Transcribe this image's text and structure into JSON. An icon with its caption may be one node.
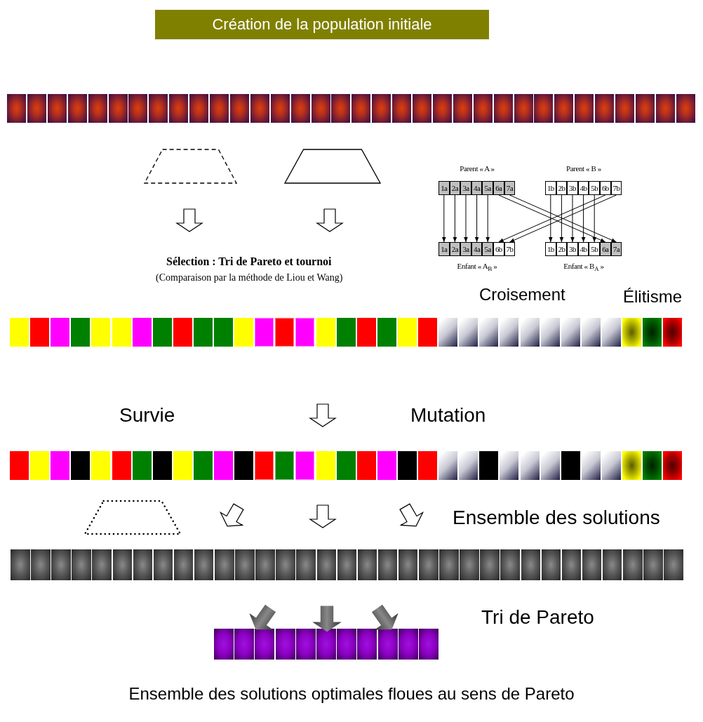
{
  "diagram": {
    "title": "Création de la population initiale",
    "nodes": [
      {
        "text": [
          "Parent « A »"
        ]
      },
      {
        "text": [
          "1a"
        ],
        "in": 0
      },
      {
        "text": [
          "2a"
        ],
        "in": 0
      },
      {
        "text": [
          "3a"
        ],
        "in": 0
      },
      {
        "text": [
          "4a"
        ],
        "in": 0
      },
      {
        "text": [
          "5a"
        ],
        "in": 0
      },
      {
        "text": [
          "6a"
        ],
        "in": 0
      },
      {
        "text": [
          "7a"
        ],
        "in": 0
      },
      {
        "text": [
          "Parent « B »"
        ]
      },
      {
        "text": [
          "1b"
        ],
        "in": 8
      },
      {
        "text": [
          "2b"
        ],
        "in": 8
      },
      {
        "text": [
          "3b"
        ],
        "in": 8
      },
      {
        "text": [
          "4b"
        ],
        "in": 8
      },
      {
        "text": [
          "5b"
        ],
        "in": 8
      },
      {
        "text": [
          "6b"
        ],
        "in": 8
      },
      {
        "text": [
          "7b"
        ],
        "in": 8
      },
      {
        "text": [
          "Enfant « A$_{B}$ »"
        ]
      },
      {
        "text": [
          "1a"
        ],
        "in": 16
      },
      {
        "text": [
          "2a"
        ],
        "in": 16
      },
      {
        "text": [
          "3a"
        ],
        "in": 16
      },
      {
        "text": [
          "4a"
        ],
        "in": 16
      },
      {
        "text": [
          "5a"
        ],
        "in": 16
      },
      {
        "text": [
          "6b"
        ],
        "in": 16
      },
      {
        "text": [
          "7b"
        ],
        "in": 16
      },
      {
        "text": [
          "Enfant « B$_{A}$ »"
        ]
      },
      {
        "text": [
          "1b"
        ],
        "in": 24
      },
      {
        "text": [
          "2b"
        ],
        "in": 24
      },
      {
        "text": [
          "3b"
        ],
        "in": 24
      },
      {
        "text": [
          "4b"
        ],
        "in": 24
      },
      {
        "text": [
          "5b"
        ],
        "in": 24
      },
      {
        "text": [
          "6a"
        ],
        "in": 24
      },
      {
        "text": [
          "7a"
        ],
        "in": 24
      },
      {
        "text": [],
        "shape": "trapezoid"
      },
      {
        "text": [],
        "shape": "trapezoid"
      },
      {
        "text": [],
        "shape": "trapezoid"
      }
    ],
    "edges": [
      {
        "from": 1,
        "to": 17,
        "arrow": "to"
      },
      {
        "from": 2,
        "to": 18,
        "arrow": "to"
      },
      {
        "from": 3,
        "to": 19,
        "arrow": "to"
      },
      {
        "from": 4,
        "to": 20,
        "arrow": "to"
      },
      {
        "from": 5,
        "to": 21,
        "arrow": "to"
      },
      {
        "from": 6,
        "to": 30,
        "arrow": "to"
      },
      {
        "from": 7,
        "to": 31,
        "arrow": "to"
      },
      {
        "from": 9,
        "to": 25,
        "arrow": "to"
      },
      {
        "from": 10,
        "to": 26,
        "arrow": "to"
      },
      {
        "from": 11,
        "to": 27,
        "arrow": "to"
      },
      {
        "from": 12,
        "to": 28,
        "arrow": "to"
      },
      {
        "from": 13,
        "to": 29,
        "arrow": "to"
      },
      {
        "from": 14,
        "to": 22,
        "arrow": "to"
      },
      {
        "from": 15,
        "to": 23,
        "arrow": "to"
      }
    ],
    "labels": [
      "Sélection : Tri de Pareto et tournoi",
      "(Comparaison par la méthode de Liou et Wang)",
      "Croisement",
      "Élitisme",
      "Survie",
      "Mutation",
      "Ensemble des solutions",
      "Tri de Pareto",
      "Ensemble des solutions optimales floues au sens de Pareto"
    ]
  }
}
